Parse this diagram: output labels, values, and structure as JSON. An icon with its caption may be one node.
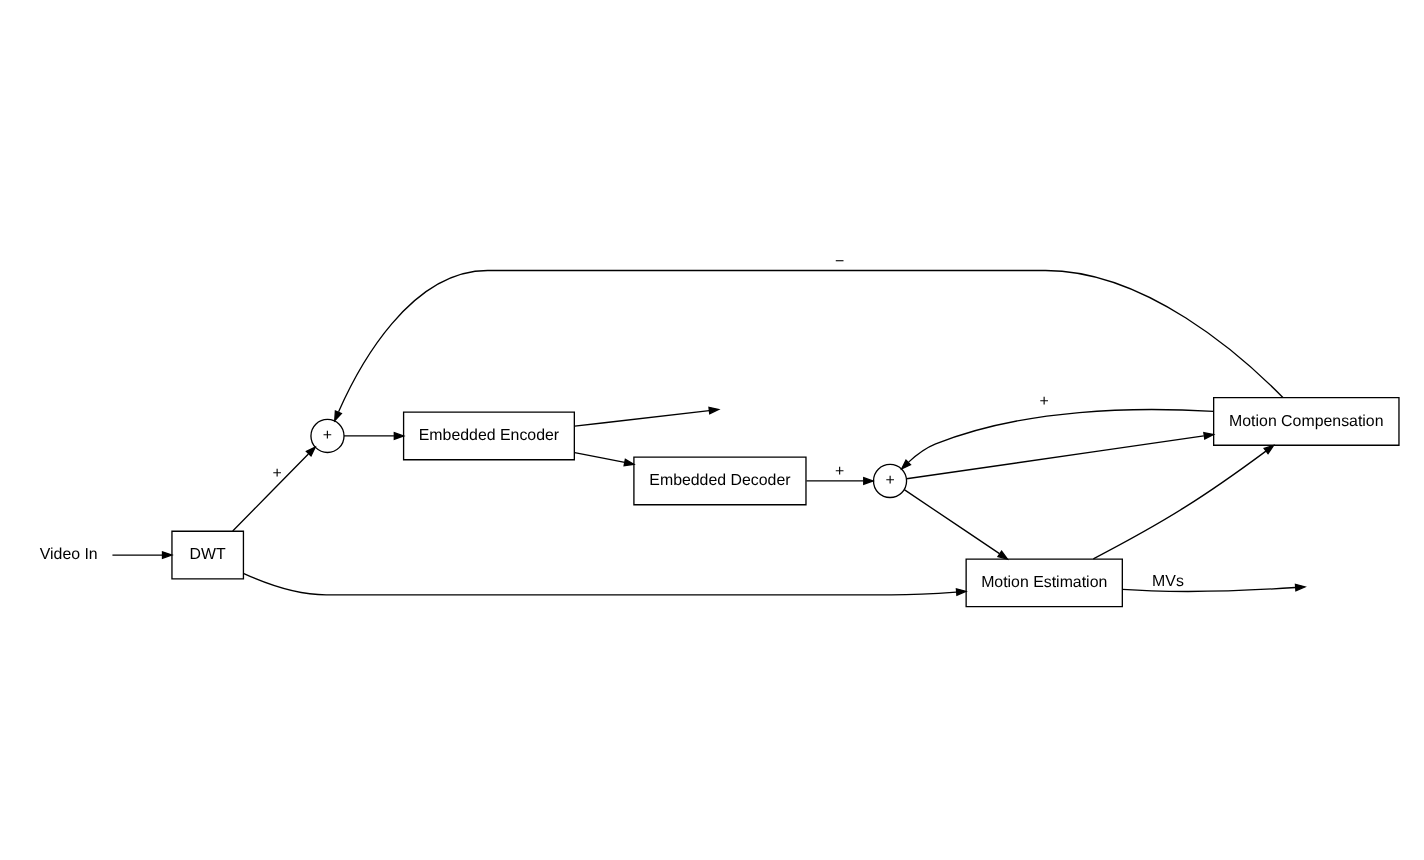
{
  "diagram": {
    "nodes": [
      {
        "text": [
          "Video In"
        ]
      },
      {
        "text": [
          "DWT"
        ]
      },
      {
        "text": [
          "+"
        ]
      },
      {
        "text": [
          "Embedded Encoder"
        ]
      },
      {
        "text": [
          "Embedded Decoder"
        ]
      },
      {
        "text": [
          "+"
        ]
      },
      {
        "text": [
          "Motion Compensation"
        ]
      },
      {
        "text": [
          "Motion Estimation"
        ]
      }
    ],
    "edges": [
      {
        "from": 0,
        "to": 1,
        "arrow": "to"
      },
      {
        "from": 1,
        "to": 2,
        "arrow": "to",
        "label": "+"
      },
      {
        "from": 1,
        "to": 7,
        "arrow": "to"
      },
      {
        "from": 2,
        "to": 3,
        "arrow": "to"
      },
      {
        "from": 3,
        "to": null,
        "arrow": "to"
      },
      {
        "from": 3,
        "to": 4,
        "arrow": "to"
      },
      {
        "from": 4,
        "to": 5,
        "arrow": "to",
        "label": "+"
      },
      {
        "from": 6,
        "to": 2,
        "arrow": "to",
        "label": "−"
      },
      {
        "from": 6,
        "to": 5,
        "arrow": "to",
        "label": "+"
      },
      {
        "from": 5,
        "to": 6,
        "arrow": "to"
      },
      {
        "from": 5,
        "to": 7,
        "arrow": "to"
      },
      {
        "from": 7,
        "to": 6,
        "arrow": "to"
      },
      {
        "from": 7,
        "to": null,
        "arrow": "to",
        "label": "MVs"
      }
    ]
  }
}
